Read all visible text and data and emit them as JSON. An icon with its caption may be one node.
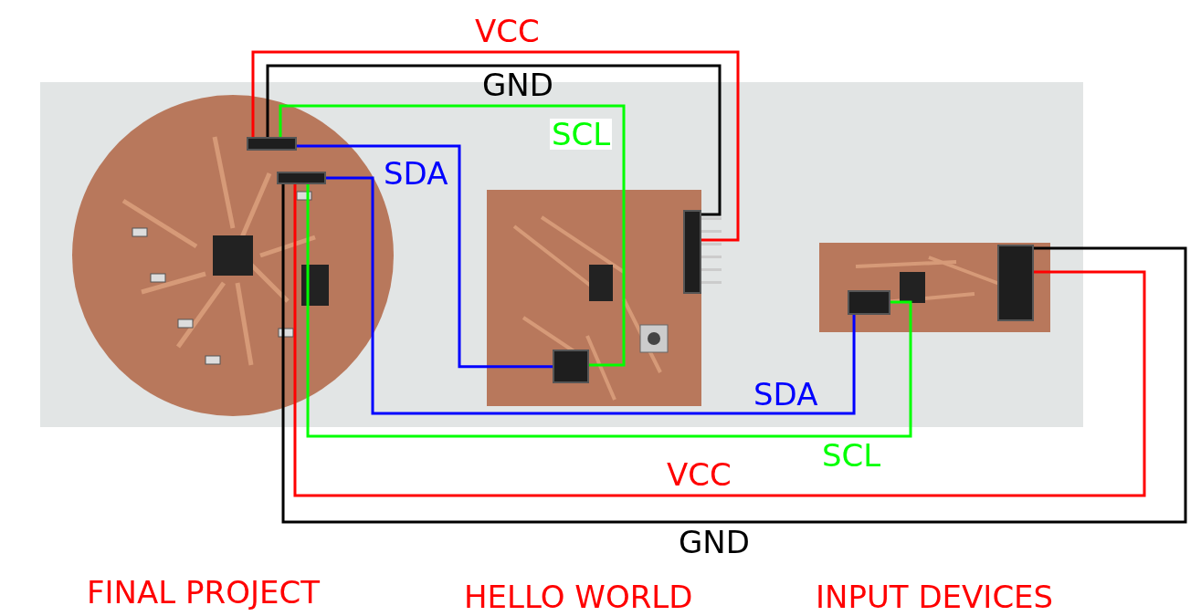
{
  "diagram": {
    "nodes": [
      {
        "text": [],
        "shape": "picture"
      },
      {
        "text": [],
        "shape": "box",
        "in": 0
      },
      {
        "text": [],
        "shape": "box",
        "in": 0
      },
      {
        "text": [],
        "shape": "picture"
      },
      {
        "text": [],
        "shape": "box",
        "in": 3
      },
      {
        "text": [],
        "shape": "box",
        "in": 3
      },
      {
        "text": [],
        "shape": "picture"
      },
      {
        "text": [],
        "shape": "box",
        "in": 6
      },
      {
        "text": [],
        "shape": "box",
        "in": 6
      }
    ],
    "edges": [
      {
        "from": 1,
        "to": 4,
        "arrow": "none",
        "label": "VCC",
        "color": "#ff0000"
      },
      {
        "from": 1,
        "to": 4,
        "arrow": "none",
        "label": "GND",
        "color": "#000000"
      },
      {
        "from": 1,
        "to": 5,
        "arrow": "none",
        "label": "SCL",
        "color": "#00ff00"
      },
      {
        "from": 1,
        "to": 5,
        "arrow": "none",
        "label": "SDA",
        "color": "#0000ff"
      },
      {
        "from": 2,
        "to": 8,
        "arrow": "none",
        "label": "SDA",
        "color": "#0000ff"
      },
      {
        "from": 2,
        "to": 8,
        "arrow": "none",
        "label": "SCL",
        "color": "#00ff00"
      },
      {
        "from": 2,
        "to": 7,
        "arrow": "none",
        "label": "VCC",
        "color": "#ff0000"
      },
      {
        "from": 2,
        "to": 7,
        "arrow": "none",
        "label": "GND",
        "color": "#000000"
      }
    ],
    "labels": [
      "FINAL PROJECT",
      "HELLO WORLD",
      "INPUT DEVICES"
    ]
  }
}
